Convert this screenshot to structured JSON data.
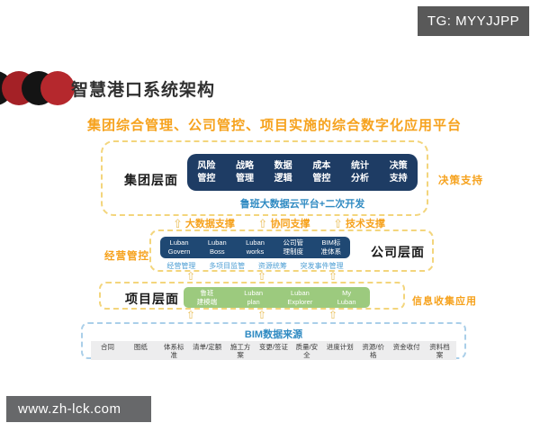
{
  "badge": {
    "label": "TG: MYYJJPP"
  },
  "header": {
    "title": "智慧港口系统架构"
  },
  "heading": {
    "text": "集团综合管理、公司管控、项目实施的综合数字化应用平台"
  },
  "group_layer": {
    "label": "集团层面",
    "modules": [
      "风险\n管控",
      "战略\n管理",
      "数据\n逻辑",
      "成本\n管控",
      "统计\n分析",
      "决策\n支持"
    ],
    "caption": "鲁班大数据云平台+二次开发",
    "side_label": "决策支持"
  },
  "supports": {
    "arrow": "⇧",
    "items": [
      "大数据支撑",
      "协同支撑",
      "技术支撑"
    ]
  },
  "company_layer": {
    "label": "公司层面",
    "side_label": "经营管控",
    "modules": [
      "Luban\nGovern",
      "Luban\nBoss",
      "Luban\nworks",
      "公司管\n理制度",
      "BIM标\n准体系"
    ],
    "functions": [
      "经营管理",
      "多项目监管",
      "资源统筹",
      "突发事件管理"
    ]
  },
  "project_layer": {
    "label": "项目层面",
    "side_label": "信息收集应用",
    "modules": [
      "鲁班\n建模端",
      "Luban\nplan",
      "Luban\nExplorer",
      "My\nLuban"
    ]
  },
  "bim_source": {
    "title": "BIM数据来源",
    "items": [
      "合同",
      "图纸",
      "体系标\n准",
      "清单/定额",
      "施工方\n案",
      "变更/签证",
      "质量/安\n全",
      "进度计划",
      "资源/价\n格",
      "资金收付",
      "资料档\n案"
    ]
  },
  "watermark": {
    "text": "www.zh-lck.com"
  },
  "colors": {
    "accent_orange": "#f6a21d",
    "navy_dark": "#1e3c64",
    "navy_mid": "#1f4873",
    "green": "#9cca7e",
    "blue_text": "#2f8ac2",
    "gold_border": "#f3d57c",
    "bim_border": "#aacfe9",
    "badge_gray": "#595959"
  }
}
